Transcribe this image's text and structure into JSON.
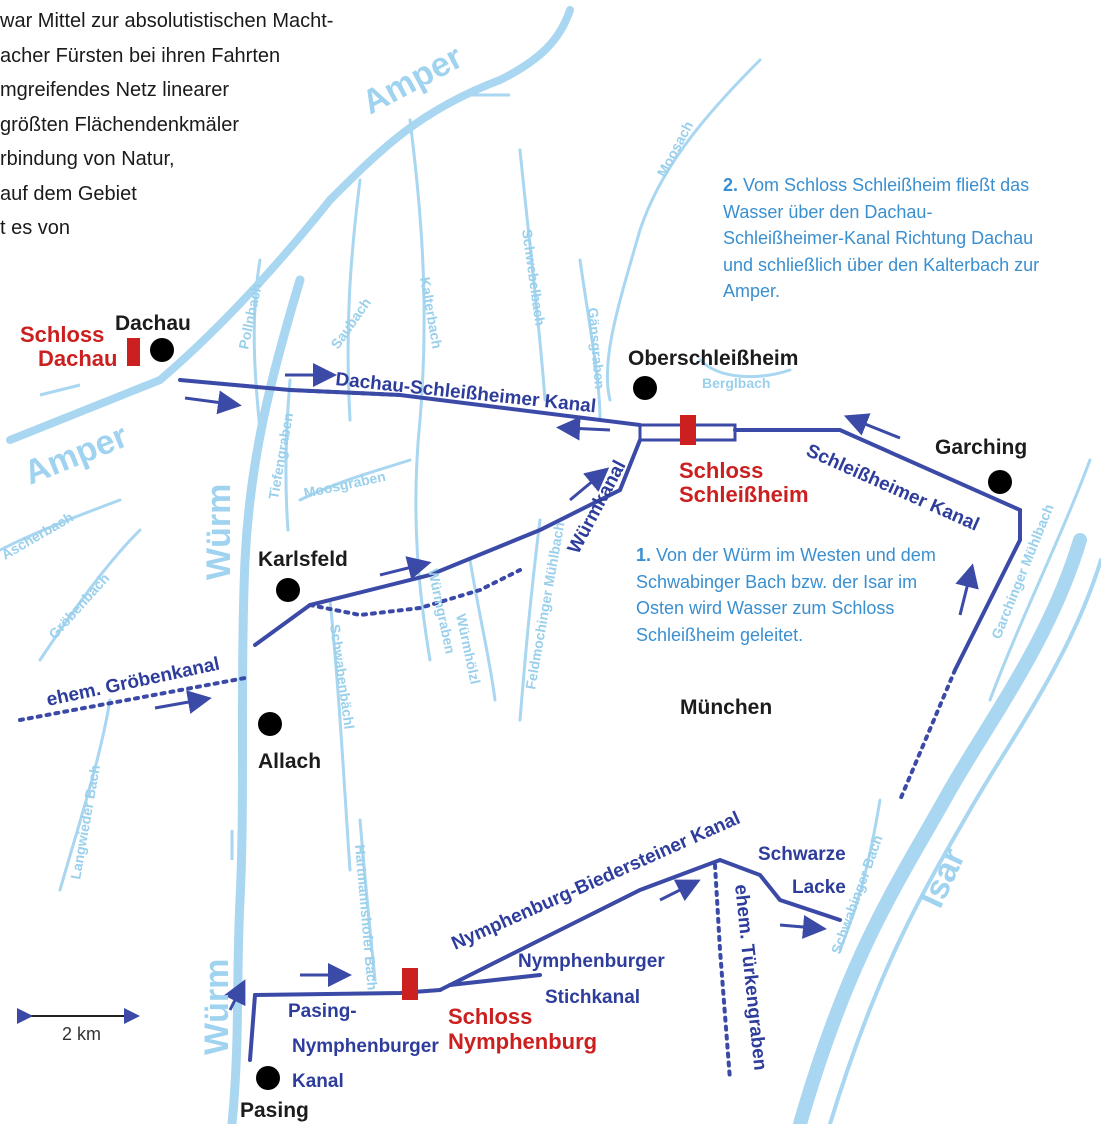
{
  "intro_lines": [
    "war Mittel zur absolutistischen Macht-",
    "acher Fürsten bei ihren Fahrten",
    "mgreifendes Netz linearer",
    "größten Flächendenkmäler",
    "rbindung von Natur,",
    "auf dem Gebiet",
    "t es von"
  ],
  "info1": {
    "num": "1.",
    "text": "Von der Würm im Westen und dem Schwabinger Bach bzw. der Isar im Osten wird Wasser zum Schloss Schleißheim geleitet."
  },
  "info2": {
    "num": "2.",
    "text": "Vom Schloss Schleißheim fließt das Wasser über den Dachau-Schleißheimer-Kanal Richtung Dachau und schließlich über den Kalterbach zur Amper."
  },
  "places": {
    "dachau": "Dachau",
    "oberschleissheim": "Oberschleißheim",
    "garching": "Garching",
    "karlsfeld": "Karlsfeld",
    "allach": "Allach",
    "muenchen": "München",
    "pasing": "Pasing"
  },
  "castles": {
    "dachau_1": "Schloss",
    "dachau_2": "Dachau",
    "schleissheim_1": "Schloss",
    "schleissheim_2": "Schleißheim",
    "nymphenburg_1": "Schloss",
    "nymphenburg_2": "Nymphenburg"
  },
  "canals": {
    "dachau_schleissheimer": "Dachau-Schleißheimer Kanal",
    "schleissheimer": "Schleißheimer Kanal",
    "wuermkanal": "Würmkanal",
    "groebenkanal": "ehem. Gröbenkanal",
    "nymph_bied": "Nymphenburg-Biedersteiner Kanal",
    "nymph_stich_1": "Nymphenburger",
    "nymph_stich_2": "Stichkanal",
    "pasing_1": "Pasing-",
    "pasing_2": "Nymphenburger",
    "pasing_3": "Kanal",
    "tuerkengraben": "ehem. Türkengraben",
    "schwarze_1": "Schwarze",
    "schwarze_2": "Lacke"
  },
  "rivers": {
    "amper_top": "Amper",
    "amper_left": "Amper",
    "wuerm_1": "Würm",
    "wuerm_2": "Würm",
    "isar": "Isar",
    "moosach": "Moosach",
    "pollnbach": "Pollnbach",
    "saubach": "Saubach",
    "kalterbach": "Kalterbach",
    "schwebelbach": "Schwebelbach",
    "gaensgraben": "Gänsgraben",
    "berglbach": "Berglbach",
    "tiefengraben": "Tiefengraben",
    "moosgraben": "Moosgraben",
    "ascherbach": "Ascherbach",
    "groebenbach": "Gröbenbach",
    "feldmochinger": "Feldmochinger Mühlbach",
    "wuermgraben": "Würmgraben",
    "schwabenbaechl": "Schwabenbächl",
    "langwieder": "Langwieder Bach",
    "hartmannshofer": "Hartmannshofer Bach",
    "schwabinger": "Schwabinger Bach",
    "garchinger": "Garchinger Mühlbach",
    "wuermhoelzl": "Würmhölzl"
  },
  "scale": "2 km",
  "colors": {
    "canal": "#3b4aa6",
    "river": "#a9d6f0",
    "castle": "#cc1f1f",
    "info": "#3a8fd0"
  }
}
